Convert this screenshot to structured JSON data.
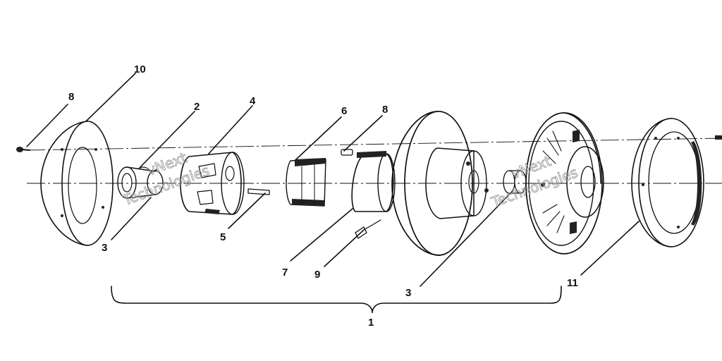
{
  "callouts": {
    "c1": "1",
    "c2": "2",
    "c3a": "3",
    "c3b": "3",
    "c4": "4",
    "c5": "5",
    "c6": "6",
    "c7": "7",
    "c8a": "8",
    "c8b": "8",
    "c9": "9",
    "c10": "10",
    "c11": "11"
  },
  "watermark": {
    "line1": "vNext",
    "line2": "Technologies"
  }
}
